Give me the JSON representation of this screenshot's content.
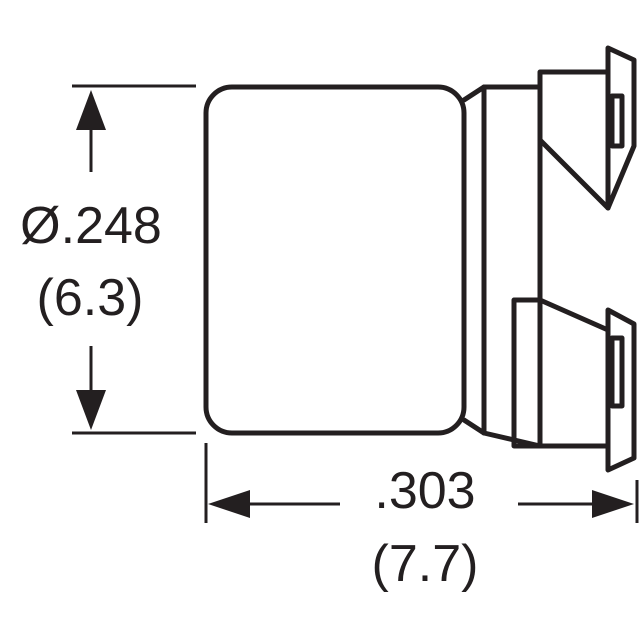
{
  "diagram": {
    "diameter": {
      "inch": "Ø.248",
      "mm": "(6.3)"
    },
    "length": {
      "inch": ".303",
      "mm": "(7.7)"
    },
    "colors": {
      "line": "#231f20",
      "background": "#ffffff"
    }
  }
}
